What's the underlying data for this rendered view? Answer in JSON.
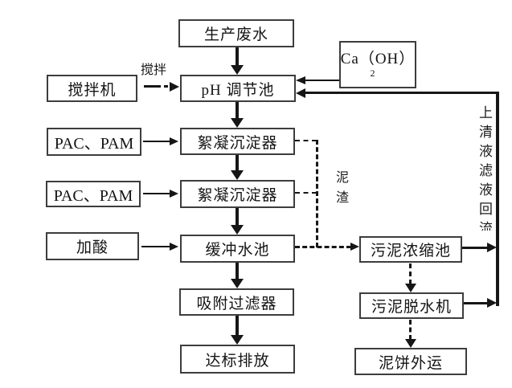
{
  "diagram": {
    "type": "flowchart",
    "nodes": {
      "production_wastewater": "生产废水",
      "ca_oh_line1": "Ca（OH）",
      "ca_oh_subscript": "2",
      "mixer": "搅拌机",
      "ph_tank": "pH 调节池",
      "pac_pam_1": "PAC、PAM",
      "floc_settler_1": "絮凝沉淀器",
      "pac_pam_2": "PAC、PAM",
      "floc_settler_2": "絮凝沉淀器",
      "add_acid": "加酸",
      "buffer_tank": "缓冲水池",
      "adsorption_filter": "吸附过滤器",
      "discharge": "达标排放",
      "sludge_thickener": "污泥浓缩池",
      "sludge_dewaterer": "污泥脱水机",
      "mud_cake_out": "泥饼外运"
    },
    "labels": {
      "stir": "搅拌",
      "mud_residue": "泥渣",
      "supernatant_return": "上清液滤液回流"
    },
    "colors": {
      "background": "#ffffff",
      "box_border": "#3d3d3d",
      "line": "#161616",
      "text": "#141414"
    },
    "edges": [
      {
        "from": "生产废水",
        "to": "pH 调节池",
        "style": "solid"
      },
      {
        "from": "搅拌机",
        "to": "pH 调节池",
        "style": "dash-dot",
        "label": "搅拌"
      },
      {
        "from": "Ca（OH）2",
        "to": "pH 调节池",
        "style": "solid"
      },
      {
        "from": "pH 调节池",
        "to": "絮凝沉淀器(上)",
        "style": "solid"
      },
      {
        "from": "PAC、PAM(上)",
        "to": "絮凝沉淀器(上)",
        "style": "solid"
      },
      {
        "from": "絮凝沉淀器(上)",
        "to": "絮凝沉淀器(下)",
        "style": "solid"
      },
      {
        "from": "PAC、PAM(下)",
        "to": "絮凝沉淀器(下)",
        "style": "solid"
      },
      {
        "from": "絮凝沉淀器(下)",
        "to": "缓冲水池",
        "style": "solid"
      },
      {
        "from": "加酸",
        "to": "缓冲水池",
        "style": "solid"
      },
      {
        "from": "缓冲水池",
        "to": "吸附过滤器",
        "style": "solid"
      },
      {
        "from": "吸附过滤器",
        "to": "达标排放",
        "style": "solid"
      },
      {
        "from": "絮凝沉淀器(上)",
        "to": "污泥浓缩池",
        "style": "dashed",
        "label": "泥渣"
      },
      {
        "from": "絮凝沉淀器(下)",
        "to": "污泥浓缩池",
        "style": "dashed",
        "label": "泥渣"
      },
      {
        "from": "缓冲水池",
        "to": "污泥浓缩池",
        "style": "dashed"
      },
      {
        "from": "污泥浓缩池",
        "to": "污泥脱水机",
        "style": "dashed"
      },
      {
        "from": "污泥脱水机",
        "to": "泥饼外运",
        "style": "dashed"
      },
      {
        "from": "污泥浓缩池",
        "to": "pH 调节池",
        "style": "solid",
        "label": "上清液滤液回流"
      },
      {
        "from": "污泥脱水机",
        "to": "pH 调节池",
        "style": "solid",
        "label": "上清液滤液回流"
      }
    ]
  }
}
